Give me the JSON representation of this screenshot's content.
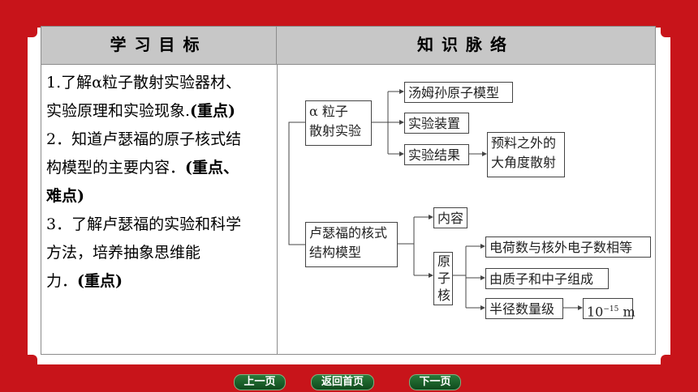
{
  "header": {
    "left": "学习目标",
    "right": "知识脉络"
  },
  "objectives": [
    {
      "lines": [
        "1.了解α粒子散射实验器材、",
        "实验原理和实验现象."
      ],
      "tag": "(重点)"
    },
    {
      "lines": [
        "2．知道卢瑟福的原子核式结",
        "构模型的主要内容．"
      ],
      "tag": "(重点、",
      "tag2": "难点)"
    },
    {
      "lines": [
        "3．了解卢瑟福的实验和科学",
        "方法，培养抽象思维能",
        "力．"
      ],
      "tag": "(重点)"
    }
  ],
  "diagram": {
    "alpha": [
      "α 粒子",
      "散射实验"
    ],
    "alpha_children": [
      "汤姆孙原子模型",
      "实验装置",
      "实验结果"
    ],
    "result_detail": [
      "预料之外的",
      "大角度散射"
    ],
    "rutherford": [
      "卢瑟福的核式",
      "结构模型"
    ],
    "content": "内容",
    "nucleus": [
      "原",
      "子",
      "核"
    ],
    "nucleus_children": [
      "电荷数与核外电子数相等",
      "由质子和中子组成",
      "半径数量级"
    ],
    "radius_value": "10",
    "radius_exp": "−15",
    "radius_unit": "m"
  },
  "nav": {
    "prev": "上一页",
    "home": "返回首页",
    "next": "下一页"
  },
  "colors": {
    "frame": "#c8141a",
    "header_bg": "#c7c7c7",
    "nav": "#1a5e2a"
  }
}
